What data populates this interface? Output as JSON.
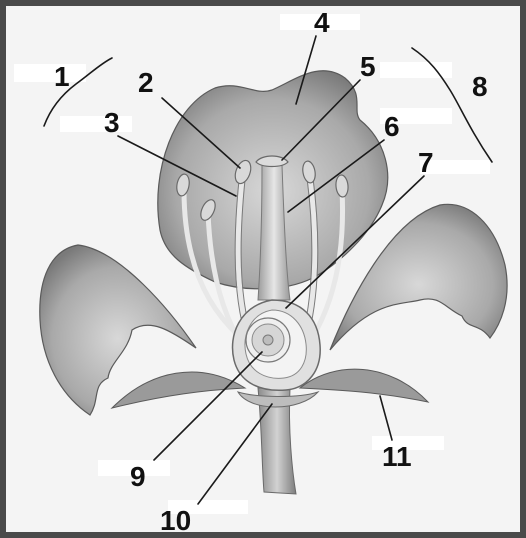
{
  "diagram": {
    "labels": [
      "1",
      "2",
      "3",
      "4",
      "5",
      "6",
      "7",
      "8",
      "9",
      "10",
      "11"
    ]
  },
  "colors": {
    "frame": "#4a4a4a",
    "petal_light": "#c9c9c9",
    "petal_dark": "#6f6f6f",
    "line": "#1a1a1a"
  }
}
